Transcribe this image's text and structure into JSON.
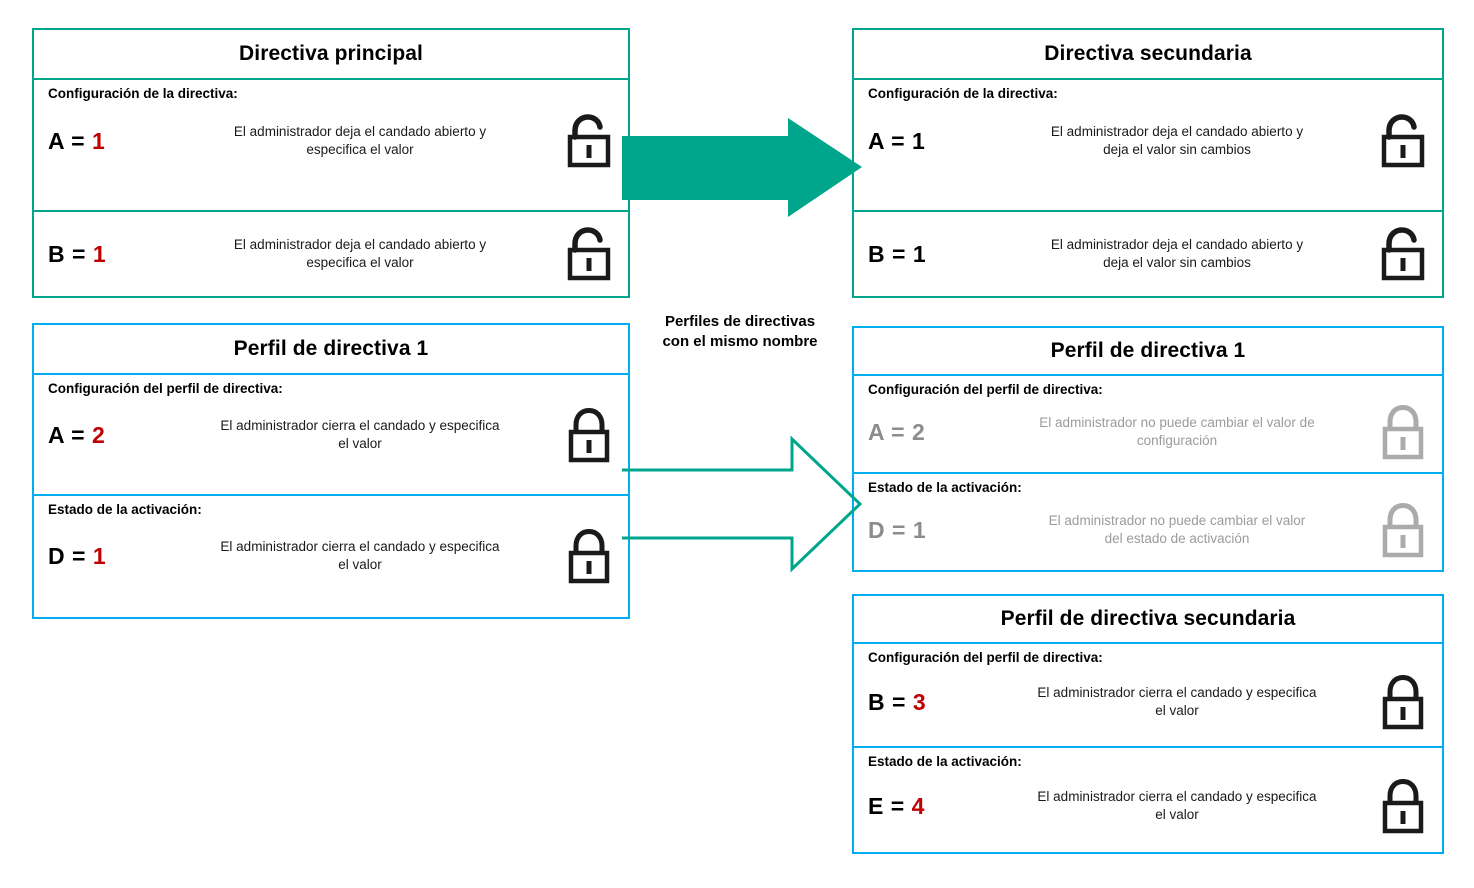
{
  "diagram": {
    "accent_teal": "#00A68C",
    "accent_blue": "#00AEEF",
    "value_red": "#C00000",
    "disabled_gray": "#9B9B9B",
    "middle_note_line1": "Perfiles de directivas",
    "middle_note_line2": "con el mismo nombre"
  },
  "panels": {
    "primary_policy": {
      "title": "Directiva principal",
      "rows": [
        {
          "label": "Configuración  de la directiva:",
          "key": "A = ",
          "value": "1",
          "desc_line1": "El administrador  deja  el candado  abierto  y",
          "desc_line2": "especifica  el valor",
          "lock": "unlocked-icon",
          "lock_state": "open",
          "disabled": false
        },
        {
          "label": "",
          "key": "B = ",
          "value": "1",
          "desc_line1": "El administrador  deja  el candado  abierto  y",
          "desc_line2": "especifica  el valor",
          "lock": "unlocked-icon",
          "lock_state": "open",
          "disabled": false
        }
      ]
    },
    "secondary_policy": {
      "title": "Directiva secundaria",
      "rows": [
        {
          "label": "Configuración  de la directiva:",
          "key": "A = ",
          "value": "1",
          "desc_line1": "El administrador  deja  el candado  abierto  y",
          "desc_line2": "deja  el valor  sin cambios",
          "lock": "unlocked-icon",
          "lock_state": "open",
          "disabled": false
        },
        {
          "label": "",
          "key": "B = ",
          "value": "1",
          "desc_line1": "El administrador  deja  el candado  abierto  y",
          "desc_line2": "deja  el valor  sin cambios",
          "lock": "unlocked-icon",
          "lock_state": "open",
          "disabled": false
        }
      ]
    },
    "policy_profile_1_left": {
      "title": "Perfil de directiva 1",
      "rows": [
        {
          "label": "Configuración  del perfil  de directiva:",
          "key": "A = ",
          "value": "2",
          "desc_line1": "El administrador  cierra el candado  y especifica",
          "desc_line2": "el valor",
          "lock": "locked-icon",
          "lock_state": "closed",
          "disabled": false
        },
        {
          "label": "Estado  de la activación:",
          "key": "D = ",
          "value": "1",
          "desc_line1": "El administrador  cierra el candado  y especifica",
          "desc_line2": "el valor",
          "lock": "locked-icon",
          "lock_state": "closed",
          "disabled": false
        }
      ]
    },
    "policy_profile_1_right": {
      "title": "Perfil de directiva 1",
      "rows": [
        {
          "label": "Configuración  del perfil  de directiva:",
          "key": "A = ",
          "value": "2",
          "desc_line1": "El administrador  no puede  cambiar  el valor  de",
          "desc_line2": "configuración",
          "lock": "locked-disabled-icon",
          "lock_state": "closed",
          "disabled": true
        },
        {
          "label": "Estado  de la activación:",
          "key": "D = ",
          "value": "1",
          "desc_line1": "El administrador  no puede  cambiar  el valor",
          "desc_line2": "del estado  de activación",
          "lock": "locked-disabled-icon",
          "lock_state": "closed",
          "disabled": true
        }
      ]
    },
    "secondary_policy_profile": {
      "title": "Perfil de directiva secundaria",
      "rows": [
        {
          "label": "Configuración  del perfil  de directiva:",
          "key": "B = ",
          "value": "3",
          "desc_line1": "El administrador  cierra el candado  y especifica",
          "desc_line2": "el valor",
          "lock": "locked-icon",
          "lock_state": "closed",
          "disabled": false
        },
        {
          "label": "Estado  de la activación:",
          "key": "E = ",
          "value": "4",
          "desc_line1": "El administrador  cierra el candado  y especifica",
          "desc_line2": "el valor",
          "lock": "locked-icon",
          "lock_state": "closed",
          "disabled": false
        }
      ]
    }
  }
}
